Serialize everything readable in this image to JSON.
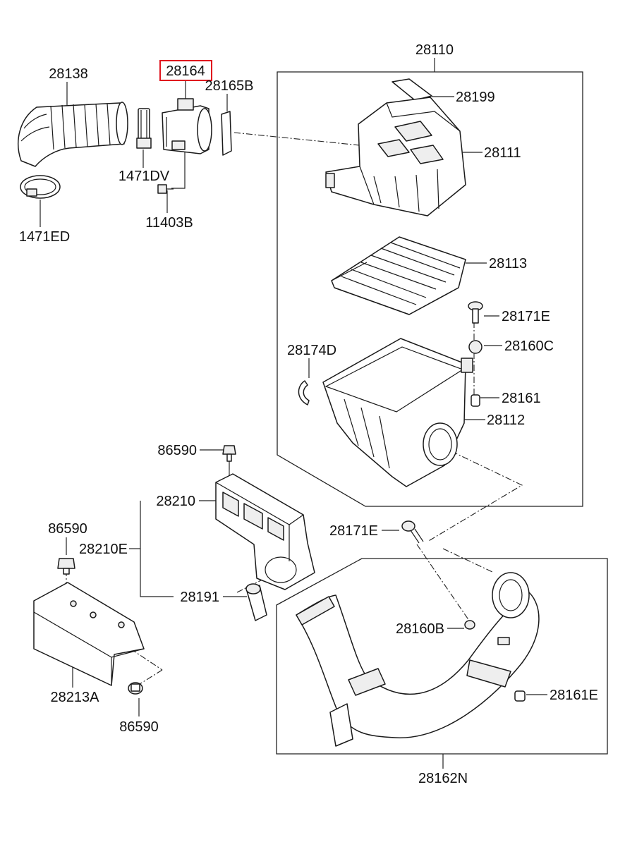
{
  "colors": {
    "highlight": "#e0141e",
    "line": "#1a1a1a",
    "background": "#ffffff"
  },
  "highlighted_part": "28164",
  "labels": {
    "p28110": "28110",
    "p28138": "28138",
    "p28164": "28164",
    "p28165B": "28165B",
    "p28199": "28199",
    "p28111": "28111",
    "p1471DV": "1471DV",
    "p11403B": "11403B",
    "p1471ED": "1471ED",
    "p28113": "28113",
    "p28171E_a": "28171E",
    "p28160C": "28160C",
    "p28174D": "28174D",
    "p28161": "28161",
    "p28112": "28112",
    "p86590_a": "86590",
    "p28210": "28210",
    "p86590_b": "86590",
    "p28210E": "28210E",
    "p28171E_b": "28171E",
    "p28191": "28191",
    "p28160B": "28160B",
    "p28161E": "28161E",
    "p28213A": "28213A",
    "p86590_c": "86590",
    "p28162N": "28162N"
  }
}
